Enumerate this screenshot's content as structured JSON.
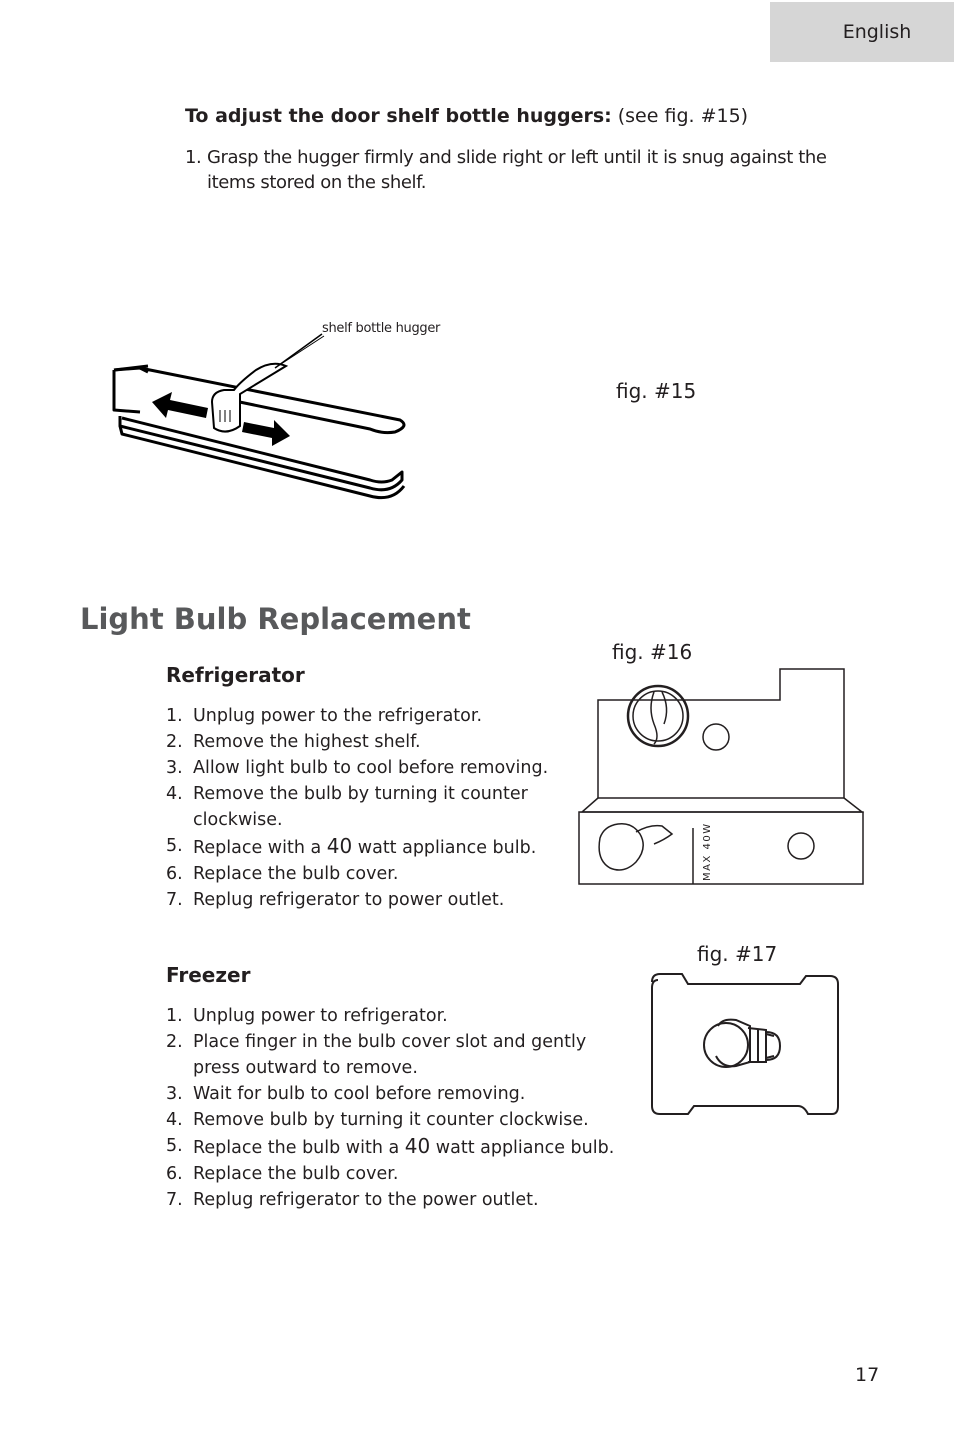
{
  "header": {
    "language_tab": "English"
  },
  "adjust_section": {
    "heading": "To adjust the door shelf bottle huggers:",
    "reference": "(see fig. #15)",
    "step_number": "1.",
    "step_line1": "Grasp the hugger firmly and slide right or left until it is snug against the",
    "step_line2": "items stored on the shelf."
  },
  "fig15": {
    "label": "fig. #15",
    "callout": "shelf bottle hugger"
  },
  "light_bulb": {
    "title": "Light Bulb Replacement",
    "refrigerator": {
      "heading": "Refrigerator",
      "steps": [
        {
          "n": "1.",
          "text": "Unplug power to the refrigerator."
        },
        {
          "n": "2.",
          "text": "Remove the highest shelf."
        },
        {
          "n": "3.",
          "text": "Allow light bulb to cool before removing."
        },
        {
          "n": "4.",
          "text": "Remove the bulb by turning it counter"
        },
        {
          "n": "",
          "text": "clockwise."
        },
        {
          "n": "5.",
          "pre": "Replace with a ",
          "num": "40",
          "post": " watt appliance bulb."
        },
        {
          "n": "6.",
          "text": "Replace the bulb cover."
        },
        {
          "n": "7.",
          "text": "Replug refrigerator to power outlet."
        }
      ]
    },
    "freezer": {
      "heading": "Freezer",
      "steps": [
        {
          "n": "1.",
          "text": "Unplug power to refrigerator."
        },
        {
          "n": "2.",
          "text": "Place finger in the bulb cover slot and gently"
        },
        {
          "n": "",
          "text": "press outward to remove."
        },
        {
          "n": "3.",
          "text": "Wait for bulb to cool before removing."
        },
        {
          "n": "4.",
          "text": "Remove bulb by turning it counter clockwise."
        },
        {
          "n": "5.",
          "pre": "Replace the bulb with a ",
          "num": "40",
          "post": " watt appliance bulb."
        },
        {
          "n": "6.",
          "text": "Replace the bulb cover."
        },
        {
          "n": "7.",
          "text": "Replug refrigerator to the power outlet."
        }
      ]
    }
  },
  "fig16": {
    "label": "fig. #16",
    "marking": "MAX 40W"
  },
  "fig17": {
    "label": "fig. #17"
  },
  "footer": {
    "page_number": "17"
  }
}
